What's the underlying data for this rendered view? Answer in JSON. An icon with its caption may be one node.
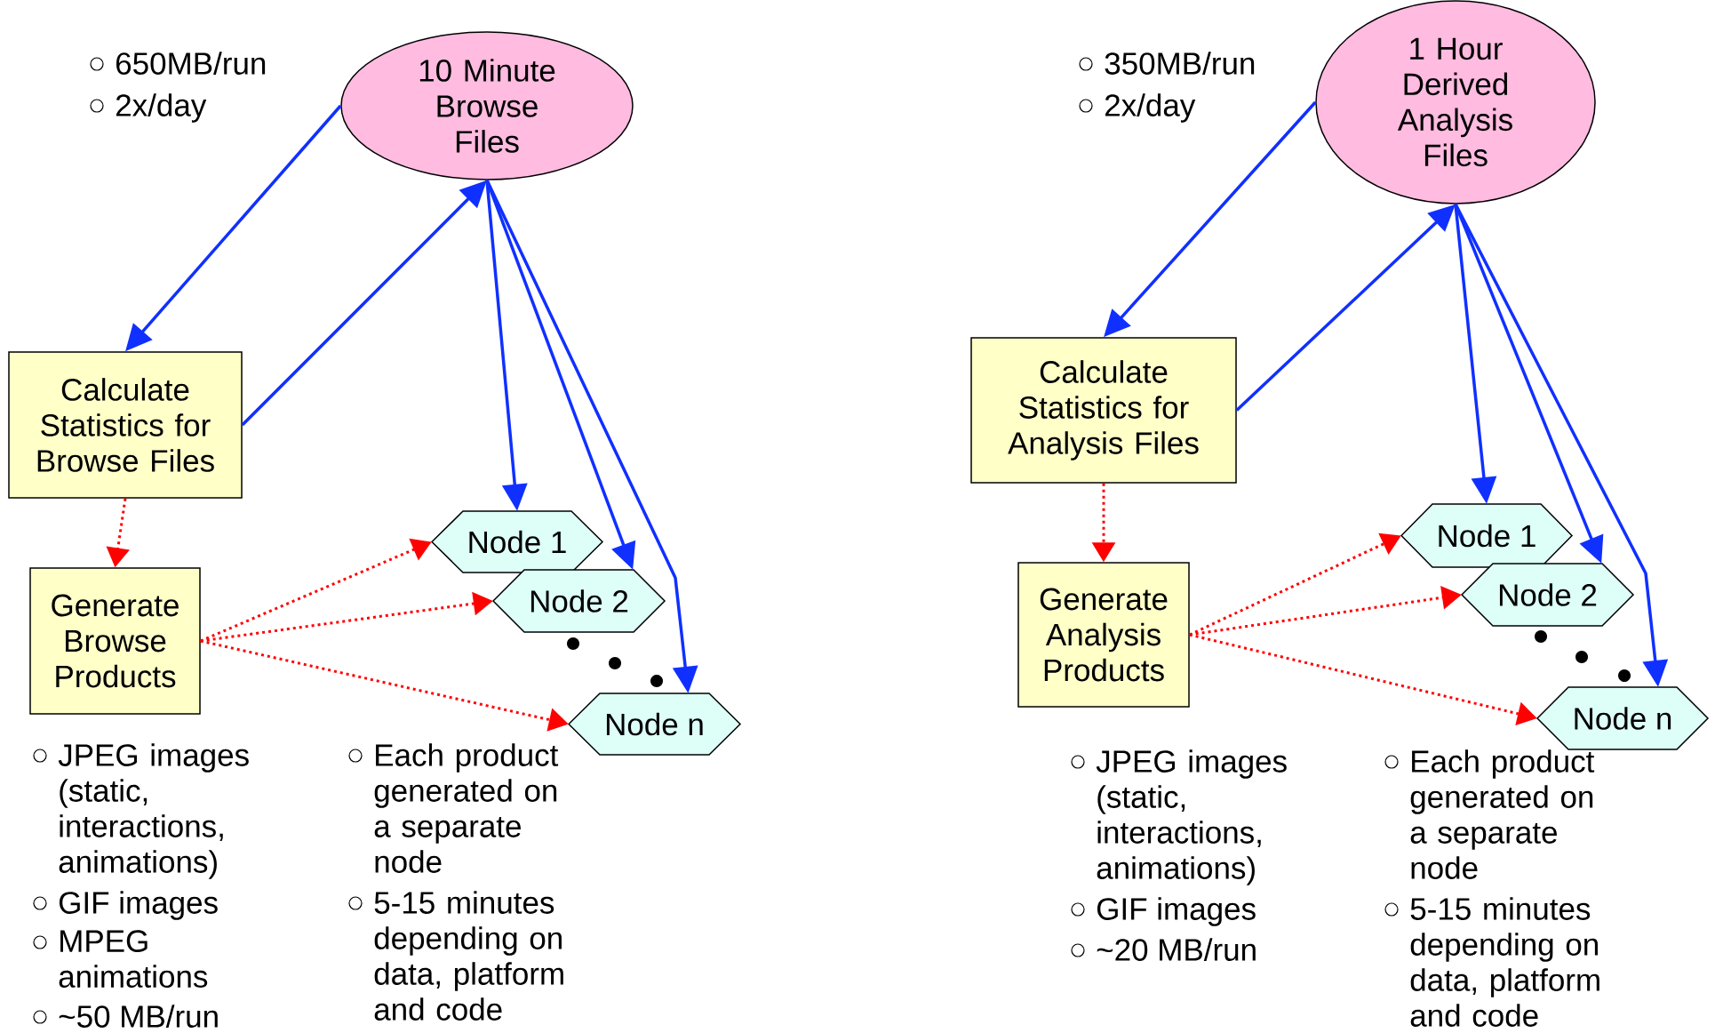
{
  "diagram": {
    "nodes": [
      {
        "text": [
          "10 Minute Browse Files"
        ]
      },
      {
        "text": [
          "Calculate Statistics for Browse Files"
        ]
      },
      {
        "text": [
          "Generate Browse Products"
        ]
      },
      {
        "text": [
          "Node 1"
        ]
      },
      {
        "text": [
          "Node 2"
        ]
      },
      {
        "text": [
          "Node n"
        ]
      },
      {
        "text": [
          "1 Hour Derived Analysis Files"
        ]
      },
      {
        "text": [
          "Calculate Statistics for Analysis Files"
        ]
      },
      {
        "text": [
          "Generate Analysis Products"
        ]
      },
      {
        "text": [
          "Node 1"
        ]
      },
      {
        "text": [
          "Node 2"
        ]
      },
      {
        "text": [
          "Node n"
        ]
      }
    ],
    "edges": [
      {
        "from": 0,
        "to": 1,
        "arrow": "to"
      },
      {
        "from": 1,
        "to": 0,
        "arrow": "to"
      },
      {
        "from": 0,
        "to": 3,
        "arrow": "to"
      },
      {
        "from": 0,
        "to": 4,
        "arrow": "to"
      },
      {
        "from": 0,
        "to": 5,
        "arrow": "to"
      },
      {
        "from": 1,
        "to": 2,
        "arrow": "to",
        "style": "dashed",
        "color": "#ff0000"
      },
      {
        "from": 2,
        "to": 3,
        "arrow": "to",
        "style": "dashed",
        "color": "#ff0000"
      },
      {
        "from": 2,
        "to": 4,
        "arrow": "to",
        "style": "dashed",
        "color": "#ff0000"
      },
      {
        "from": 2,
        "to": 5,
        "arrow": "to",
        "style": "dashed",
        "color": "#ff0000"
      },
      {
        "from": 6,
        "to": 7,
        "arrow": "to"
      },
      {
        "from": 7,
        "to": 6,
        "arrow": "to"
      },
      {
        "from": 6,
        "to": 9,
        "arrow": "to"
      },
      {
        "from": 6,
        "to": 10,
        "arrow": "to"
      },
      {
        "from": 6,
        "to": 11,
        "arrow": "to"
      },
      {
        "from": 7,
        "to": 8,
        "arrow": "to",
        "style": "dashed",
        "color": "#ff0000"
      },
      {
        "from": 8,
        "to": 9,
        "arrow": "to",
        "style": "dashed",
        "color": "#ff0000"
      },
      {
        "from": 8,
        "to": 10,
        "arrow": "to",
        "style": "dashed",
        "color": "#ff0000"
      },
      {
        "from": 8,
        "to": 11,
        "arrow": "to",
        "style": "dashed",
        "color": "#ff0000"
      }
    ],
    "labels": [
      "650MB/run",
      "2x/day",
      "JPEG images (static, interactions, animations)",
      "GIF images",
      "MPEG animations",
      "~50 MB/run",
      "Each product generated on a separate node",
      "5-15 minutes depending on data, platform and code",
      "350MB/run",
      "2x/day",
      "JPEG images (static, interactions, animations)",
      "GIF images",
      "~20 MB/run",
      "Each product generated on a separate node",
      "5-15 minutes depending on data, platform and code"
    ]
  }
}
